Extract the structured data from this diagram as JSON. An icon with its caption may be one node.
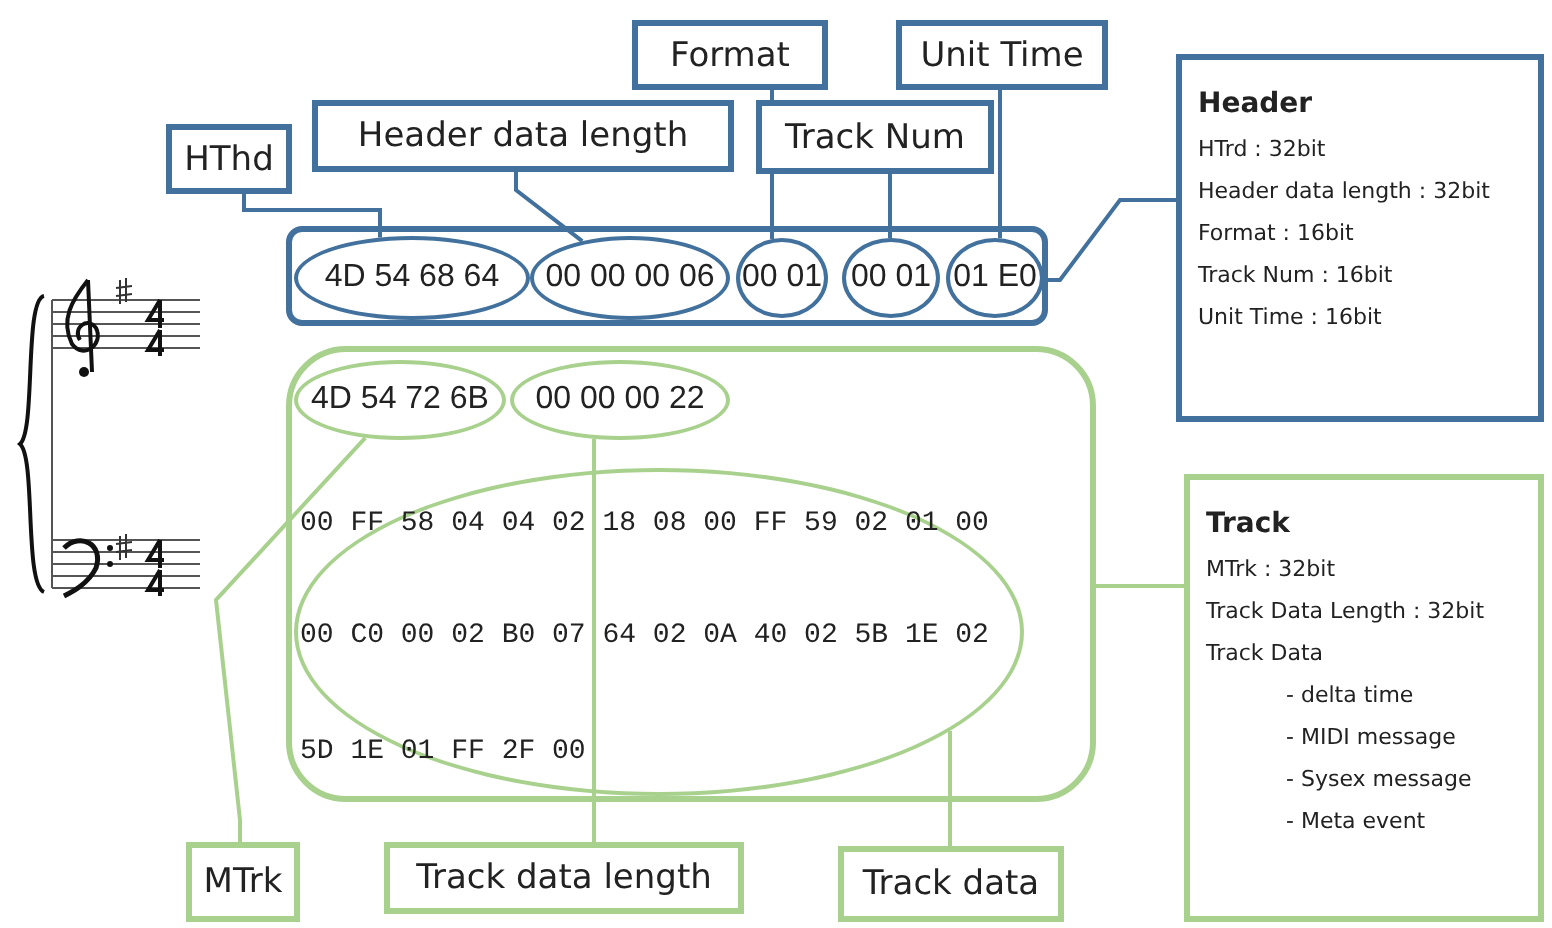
{
  "diagram": {
    "nodes": [
      {
        "text": [
          "HThd"
        ]
      },
      {
        "text": [
          "Header data length"
        ]
      },
      {
        "text": [
          "Format"
        ]
      },
      {
        "text": [
          "Track Num"
        ]
      },
      {
        "text": [
          "Unit Time"
        ]
      },
      {
        "text": [],
        "shape": "box"
      },
      {
        "text": [
          "4D 54 68 64"
        ],
        "in": 5
      },
      {
        "text": [
          "00 00 00 06"
        ],
        "in": 5
      },
      {
        "text": [
          "00 01"
        ],
        "in": 5
      },
      {
        "text": [
          "00 01"
        ],
        "in": 5
      },
      {
        "text": [
          "01 E0"
        ],
        "in": 5
      },
      {
        "text": [
          "Header",
          "HTrd : 32bit",
          "Header data length : 32bit",
          "Format : 16bit",
          "Track Num : 16bit",
          "Unit Time : 16bit"
        ]
      },
      {
        "text": [],
        "shape": "box"
      },
      {
        "text": [
          "4D 54 72 6B"
        ],
        "in": 12
      },
      {
        "text": [
          "00 00 00 22"
        ],
        "in": 12
      },
      {
        "text": [
          "00 FF 58 04 04 02 18 08 00 FF 59 02 01 00",
          "00 C0 00 02 B0 07 64 02 0A 40 02 5B 1E 02",
          "5D 1E 01 FF 2F 00"
        ],
        "in": 12
      },
      {
        "text": [
          "Track",
          "MTrk : 32bit",
          "Track Data Length : 32bit",
          "Track Data",
          "- delta time",
          "- MIDI message",
          "- Sysex message",
          "- Meta event"
        ]
      },
      {
        "text": [
          "MTrk"
        ]
      },
      {
        "text": [
          "Track data length"
        ]
      },
      {
        "text": [
          "Track data"
        ]
      }
    ],
    "edges": [
      {
        "from": 0,
        "to": 6,
        "arrow": "none"
      },
      {
        "from": 1,
        "to": 7,
        "arrow": "none"
      },
      {
        "from": 2,
        "to": 8,
        "arrow": "none"
      },
      {
        "from": 3,
        "to": 9,
        "arrow": "none"
      },
      {
        "from": 4,
        "to": 10,
        "arrow": "none"
      },
      {
        "from": 5,
        "to": 11,
        "arrow": "none"
      },
      {
        "from": 12,
        "to": 16,
        "arrow": "none",
        "color": "#a9d18e"
      },
      {
        "from": 17,
        "to": 13,
        "arrow": "none",
        "color": "#a9d18e"
      },
      {
        "from": 18,
        "to": 14,
        "arrow": "none",
        "color": "#a9d18e"
      },
      {
        "from": 19,
        "to": 15,
        "arrow": "none",
        "color": "#a9d18e"
      }
    ]
  }
}
